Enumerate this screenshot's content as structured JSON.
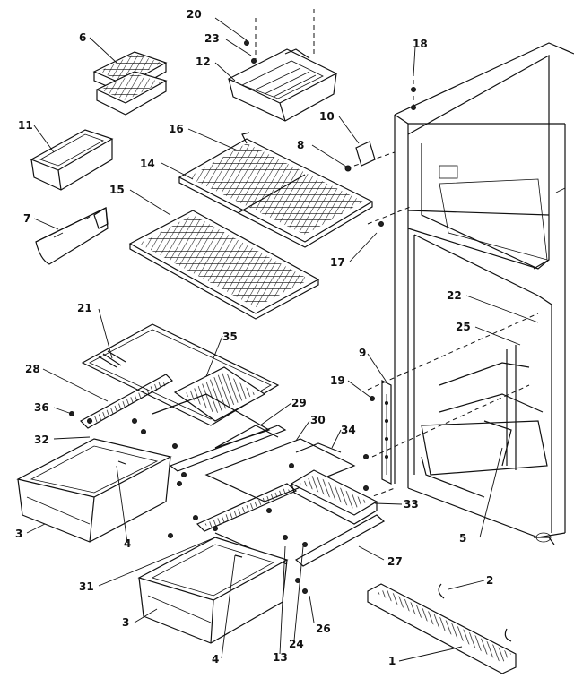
{
  "labels": {
    "p1": "1",
    "p2": "2",
    "p3a": "3",
    "p3b": "3",
    "p4a": "4",
    "p4b": "4",
    "p5": "5",
    "p6": "6",
    "p7": "7",
    "p8": "8",
    "p9": "9",
    "p10": "10",
    "p11": "11",
    "p12": "12",
    "p13": "13",
    "p14": "14",
    "p15": "15",
    "p16": "16",
    "p17": "17",
    "p18": "18",
    "p19": "19",
    "p20": "20",
    "p21": "21",
    "p22": "22",
    "p23": "23",
    "p24": "24",
    "p25": "25",
    "p26": "26",
    "p27": "27",
    "p28": "28",
    "p29": "29",
    "p30": "30",
    "p31": "31",
    "p32": "32",
    "p33": "33",
    "p34": "34",
    "p35": "35",
    "p36": "36"
  }
}
